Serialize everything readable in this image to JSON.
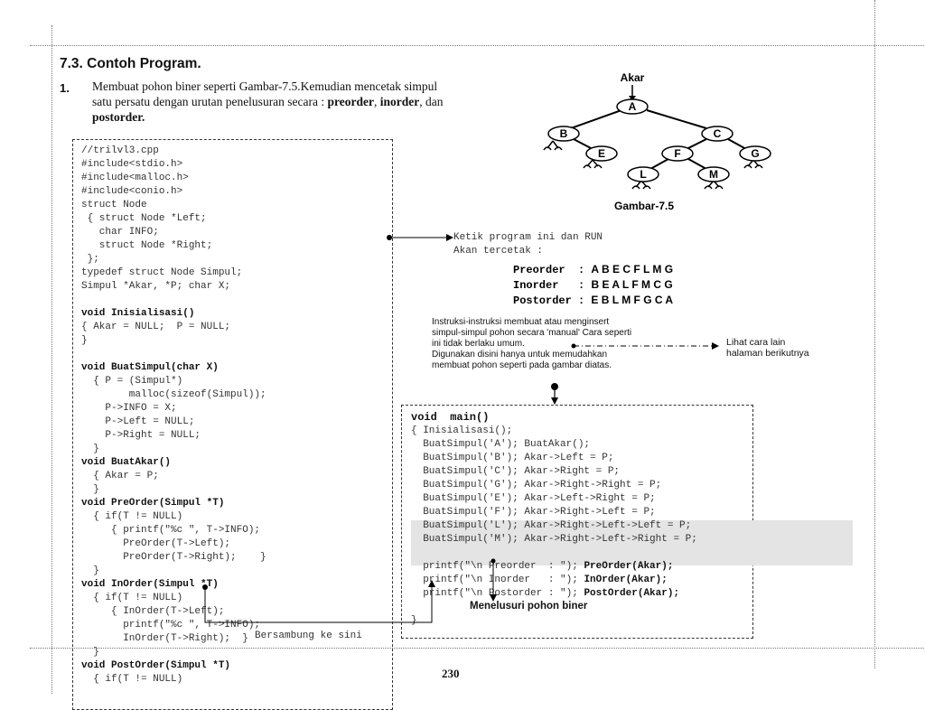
{
  "section": {
    "title": "7.3.  Contoh Program.",
    "item_number": "1.",
    "paragraph": [
      "Membuat pohon biner seperti Gambar-7.5.Kemudian mencetak simpul",
      "satu persatu dengan urutan penelusuran secara : "
    ],
    "para_bold": [
      "preorder",
      "inorder",
      "postorder."
    ],
    "para_sep": [
      ", ",
      ", dan "
    ]
  },
  "tree": {
    "root_label": "Akar",
    "caption": "Gambar-7.5",
    "nodes": [
      "A",
      "B",
      "C",
      "E",
      "F",
      "G",
      "L",
      "M"
    ]
  },
  "code_left": {
    "lines": [
      "//trilvl3.cpp",
      "#include<stdio.h>",
      "#include<malloc.h>",
      "#include<conio.h>",
      "struct Node",
      " { struct Node *Left;",
      "   char INFO;",
      "   struct Node *Right;",
      " };",
      "typedef struct Node Simpul;",
      "Simpul *Akar, *P; char X;",
      "",
      "void Inisialisasi()",
      "{ Akar = NULL;  P = NULL;",
      "}",
      "",
      "void BuatSimpul(char X)",
      "  { P = (Simpul*)",
      "        malloc(sizeof(Simpul));",
      "    P->INFO = X;",
      "    P->Left = NULL;",
      "    P->Right = NULL;",
      "  }",
      "void BuatAkar()",
      "  { Akar = P;",
      "  }",
      "void PreOrder(Simpul *T)",
      "  { if(T != NULL)",
      "     { printf(\"%c \", T->INFO);",
      "       PreOrder(T->Left);",
      "       PreOrder(T->Right);    }",
      "  }",
      "void InOrder(Simpul *T)",
      "  { if(T != NULL)",
      "     { InOrder(T->Left);",
      "       printf(\"%c \", T->INFO);",
      "       InOrder(T->Right);  }",
      "  }",
      "void PostOrder(Simpul *T)",
      "  { if(T != NULL)"
    ],
    "bold_lines": [
      12,
      16,
      23,
      26,
      32,
      38
    ]
  },
  "run_note": {
    "line1": "Ketik program ini dan RUN",
    "line2": "Akan tercetak :"
  },
  "results": [
    {
      "label": "Preorder",
      "sep": "  : ",
      "value": "A B E C F L M G"
    },
    {
      "label": "Inorder",
      "sep": "   : ",
      "value": "B E A L F M C G"
    },
    {
      "label": "Postorder",
      "sep": " : ",
      "value": "E B L M F G C A"
    }
  ],
  "instruction_note": [
    "Instruksi-instruksi  membuat  atau   menginsert",
    "simpul-simpul pohon secara 'manual'  Cara seperti",
    "ini tidak berlaku umum.",
    "Digunakan  disini  hanya  untuk  memudahkan",
    "membuat pohon seperti pada gambar diatas."
  ],
  "side_note": [
    "Lihat cara lain",
    "halaman berikutnya"
  ],
  "code_main": {
    "lines": [
      "void  main()",
      "{ Inisialisasi();",
      "  BuatSimpul('A'); BuatAkar();",
      "  BuatSimpul('B'); Akar->Left = P;",
      "  BuatSimpul('C'); Akar->Right = P;",
      "  BuatSimpul('G'); Akar->Right->Right = P;",
      "  BuatSimpul('E'); Akar->Left->Right = P;",
      "  BuatSimpul('F'); Akar->Right->Left = P;",
      "  BuatSimpul('L'); Akar->Right->Left->Left = P;",
      "  BuatSimpul('M'); Akar->Right->Left->Right = P;",
      "",
      "  printf(\"\\n Preorder  : \"); PreOrder(Akar);",
      "  printf(\"\\n Inorder   : \"); InOrder(Akar);",
      "  printf(\"\\n Postorder : \"); PostOrder(Akar);",
      "",
      "}"
    ],
    "printf_parts": [
      [
        "  printf(\"\\n Preorder  : \"); ",
        "PreOrder(Akar);"
      ],
      [
        "  printf(\"\\n Inorder   : \"); ",
        "InOrder(Akar);"
      ],
      [
        "  printf(\"\\n Postorder : \"); ",
        "PostOrder(Akar);"
      ]
    ]
  },
  "traverse_label": "Menelusuri pohon biner",
  "connect_label": "Bersambung ke sini",
  "page_number": "230"
}
